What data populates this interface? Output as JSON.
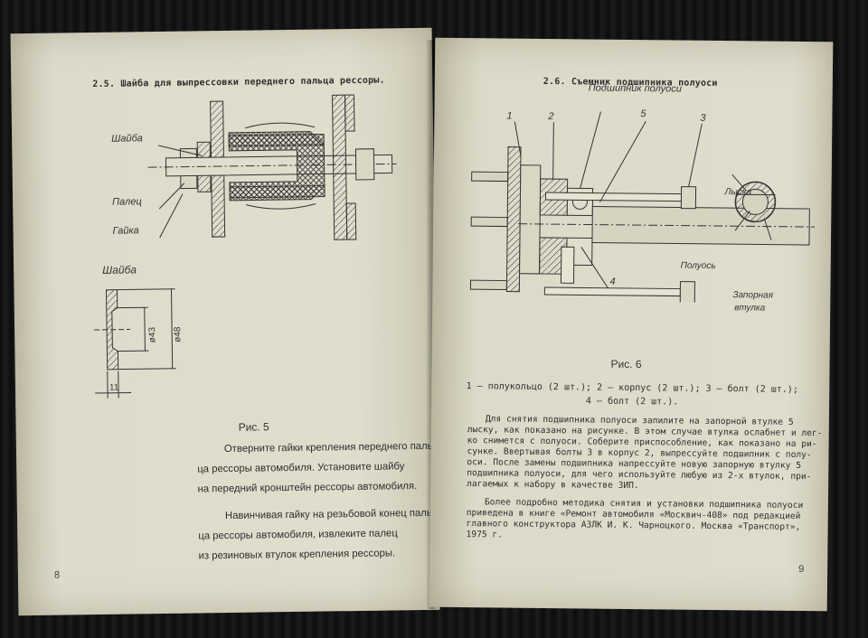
{
  "left_page": {
    "heading": "2.5. Шайба для выпрессовки переднего пальца рессоры.",
    "figure_labels": {
      "washer": "Шайба",
      "pin": "Палец",
      "nut": "Гайка"
    },
    "washer_detail": {
      "title": "Шайба",
      "dim_inner": "ø43",
      "dim_outer": "ø48",
      "dim_width": "11"
    },
    "caption": "Рис. 5",
    "paragraphs": [
      "Отверните гайки крепления переднего паль-",
      "ца рессоры автомобиля. Установите шайбу",
      "на передний кронштейн рессоры автомобиля.",
      "Навинчивая гайку на резьбовой конец паль-",
      "ца рессоры автомобиля, извлеките палец",
      "из резиновых втулок крепления рессоры."
    ],
    "page_number": "8"
  },
  "right_page": {
    "heading": "2.6. Съемник подшипника полуоси",
    "figure_labels": {
      "bearing": "Подшипник полуоси",
      "n1": "1",
      "n2": "2",
      "n3": "3",
      "n4": "4",
      "n5": "5",
      "flat": "Лыска",
      "axle": "Полуось",
      "lock_sleeve_1": "Запорная",
      "lock_sleeve_2": "втулка"
    },
    "caption": "Рис. 6",
    "legend_line1": "1 — полукольцо (2 шт.); 2 — корпус (2 шт.); 3 — болт (2 шт.);",
    "legend_line2": "4 — болт (2 шт.).",
    "paragraph1": [
      "Для снятия подшипника полуоси запилите на запорной втулке 5",
      "лыску, как показано на рисунке. В этом случае втулка ослабнет и лег-",
      "ко снимется с полуоси. Соберите приспособление, как показано на ри-",
      "сунке. Ввертывая болты 3 в корпус 2, выпрессуйте подшипник с полу-",
      "оси. После замены подшипника напрессуйте новую запорную втулку 5",
      "подшипника полуоси, для чего используйте любую из 2-х втулок, при-",
      "лагаемых к набору в качестве ЗИП."
    ],
    "paragraph2": [
      "Более подробно методика снятия и установки подшипника полуоси",
      "приведена в книге «Ремонт автомобиля «Москвич-408» под редакцией",
      "главного конструктора АЗЛК И. К. Чарноцкого. Москва «Транспорт»,",
      "1975 г."
    ],
    "page_number": "9"
  }
}
